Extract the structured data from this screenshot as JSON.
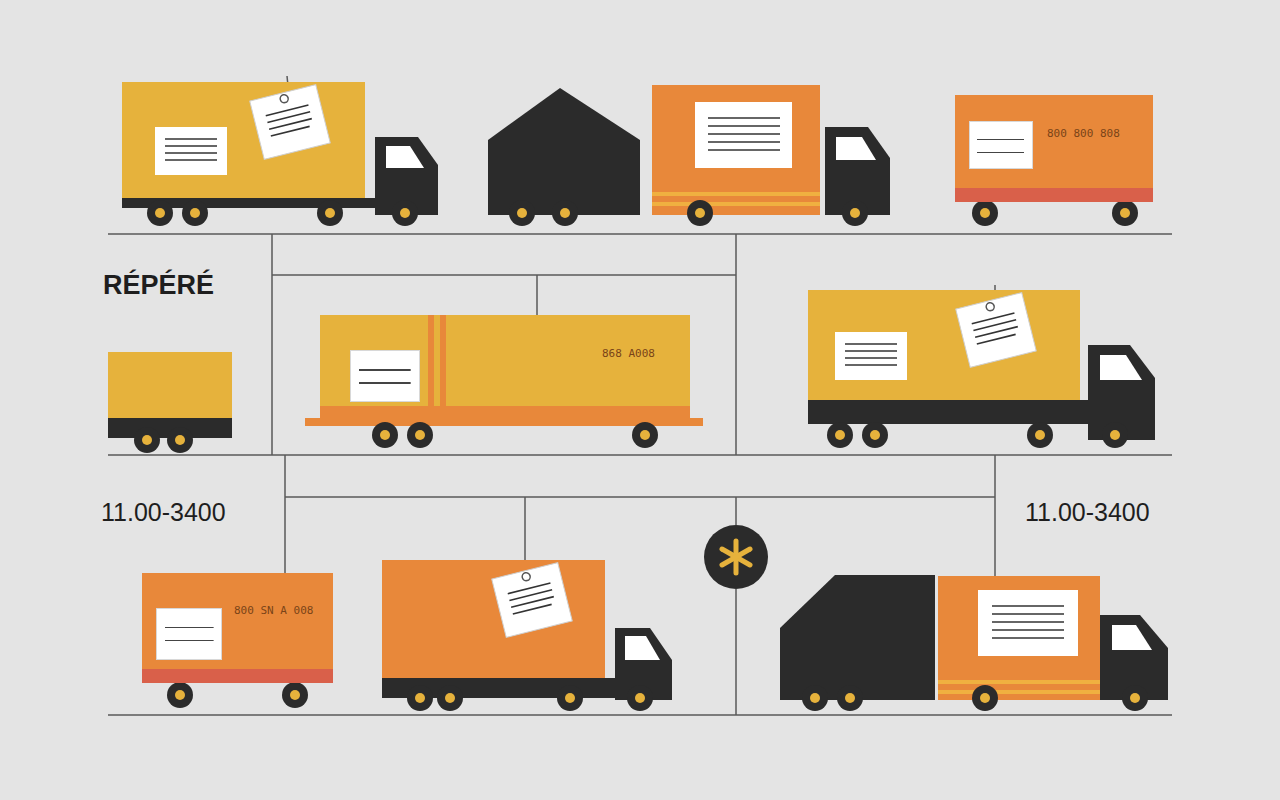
{
  "diagram": {
    "nodes": [
      {
        "text": [
          "800 800 808"
        ]
      },
      {
        "text": [
          "868 A008"
        ]
      },
      {
        "text": [
          "800 SN A 008"
        ]
      }
    ],
    "labels": [
      "RÉPÉRÉ",
      "11.00-3400",
      "11.00-3400"
    ]
  }
}
